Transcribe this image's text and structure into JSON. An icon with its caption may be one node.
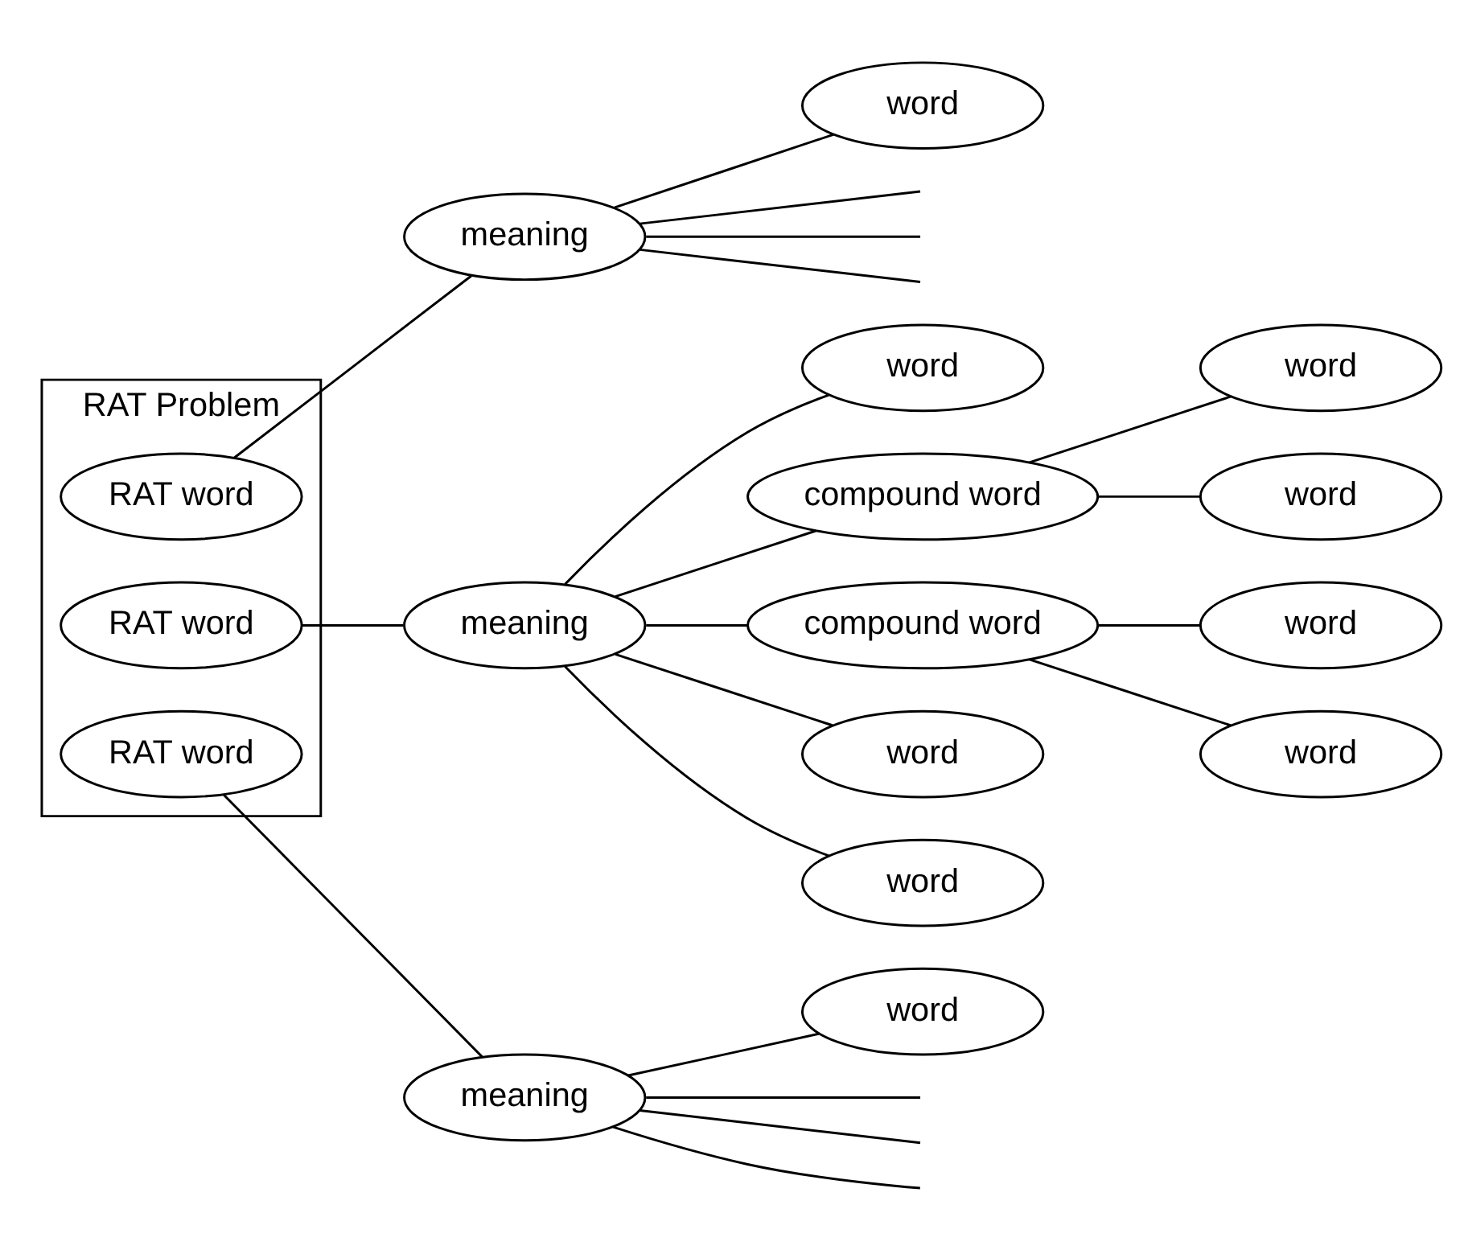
{
  "diagram": {
    "nodes": [
      {
        "text": [
          "RAT Problem"
        ]
      },
      {
        "text": [
          "RAT word"
        ],
        "in": 0
      },
      {
        "text": [
          "RAT word"
        ],
        "in": 0
      },
      {
        "text": [
          "RAT word"
        ],
        "in": 0
      },
      {
        "text": [
          "meaning"
        ]
      },
      {
        "text": [
          "word"
        ]
      },
      {
        "text": [
          "word"
        ]
      },
      {
        "text": [
          "word"
        ]
      },
      {
        "text": [
          "word"
        ]
      },
      {
        "text": [
          "compound word"
        ]
      },
      {
        "text": [
          "meaning"
        ]
      },
      {
        "text": [
          "compound word"
        ]
      },
      {
        "text": [
          "word"
        ]
      },
      {
        "text": [
          "word"
        ]
      },
      {
        "text": [
          "word"
        ]
      },
      {
        "text": [
          "word"
        ]
      },
      {
        "text": [
          "meaning"
        ]
      },
      {
        "text": [
          "word"
        ]
      }
    ],
    "edges": [
      {
        "from": 4,
        "to": null,
        "arrow": "none"
      },
      {
        "from": 4,
        "to": null,
        "arrow": "none"
      },
      {
        "from": 4,
        "to": null,
        "arrow": "none"
      },
      {
        "from": 1,
        "to": 4,
        "arrow": "none"
      },
      {
        "from": 4,
        "to": 5,
        "arrow": "none"
      },
      {
        "from": 9,
        "to": 6,
        "arrow": "none"
      },
      {
        "from": 9,
        "to": 7,
        "arrow": "none"
      },
      {
        "from": 10,
        "to": 8,
        "arrow": "none"
      },
      {
        "from": 10,
        "to": 9,
        "arrow": "none"
      },
      {
        "from": 2,
        "to": 10,
        "arrow": "none"
      },
      {
        "from": 10,
        "to": 11,
        "arrow": "none"
      },
      {
        "from": 11,
        "to": 12,
        "arrow": "none"
      },
      {
        "from": 11,
        "to": 13,
        "arrow": "none"
      },
      {
        "from": 10,
        "to": 14,
        "arrow": "none"
      },
      {
        "from": 10,
        "to": 15,
        "arrow": "none"
      },
      {
        "from": 3,
        "to": 16,
        "arrow": "none"
      },
      {
        "from": 16,
        "to": 17,
        "arrow": "none"
      },
      {
        "from": 16,
        "to": null,
        "arrow": "none"
      },
      {
        "from": 16,
        "to": null,
        "arrow": "none"
      },
      {
        "from": 16,
        "to": null,
        "arrow": "none"
      }
    ]
  }
}
